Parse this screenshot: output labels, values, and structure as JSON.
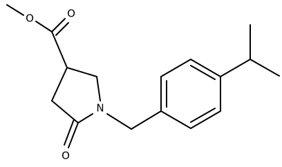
{
  "atoms": {
    "o_ester_carbonyl": "O",
    "o_ester_single": "O",
    "n_ring": "N",
    "o_lactam": "O"
  },
  "colors": {
    "bond": "#000000",
    "background": "#ffffff"
  }
}
